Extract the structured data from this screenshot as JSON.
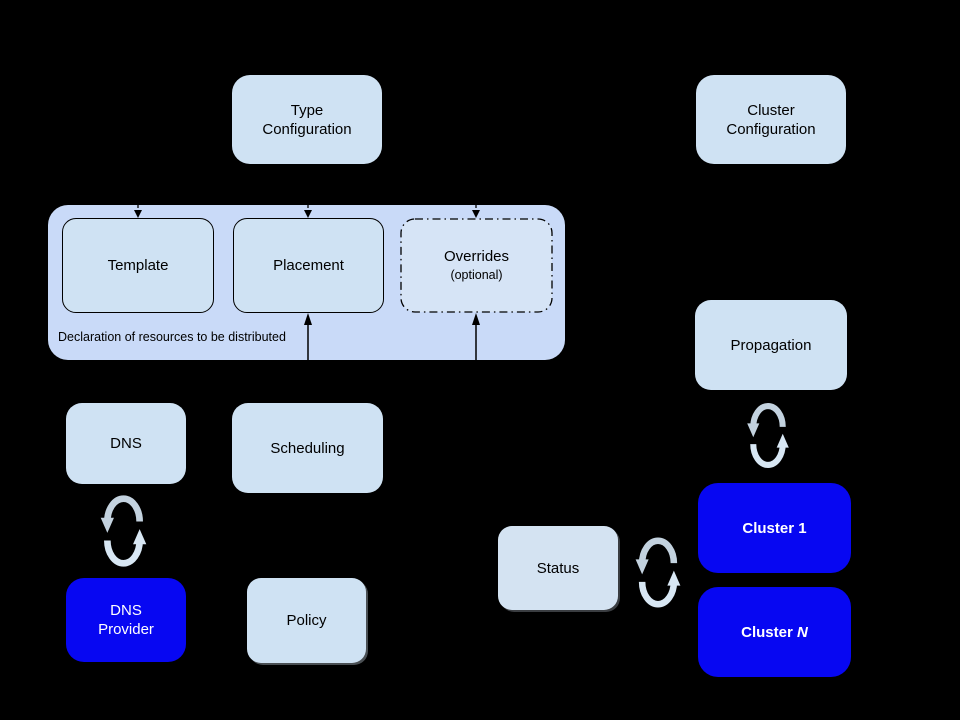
{
  "colors": {
    "background": "#000000",
    "node_fill": "#cfe2f3",
    "container_fill": "#c9daf8",
    "overrides_fill": "#d6e4f6",
    "cluster_fill": "#0707f2",
    "node_text": "#000000",
    "cluster_text": "#ffffff",
    "sync_arc_primary": "#c3d2df",
    "sync_arc_secondary": "#d8e7f4",
    "arrow_stroke": "#000000"
  },
  "nodes": {
    "type_configuration": {
      "line1": "Type",
      "line2": "Configuration"
    },
    "cluster_configuration": {
      "line1": "Cluster",
      "line2": "Configuration"
    },
    "template": {
      "label": "Template"
    },
    "placement": {
      "label": "Placement"
    },
    "overrides": {
      "label": "Overrides",
      "sublabel": "(optional)"
    },
    "dns": {
      "label": "DNS"
    },
    "scheduling": {
      "label": "Scheduling"
    },
    "propagation": {
      "label": "Propagation"
    },
    "dns_provider": {
      "line1": "DNS",
      "line2": "Provider"
    },
    "policy": {
      "label": "Policy"
    },
    "status": {
      "label": "Status"
    },
    "cluster_1": {
      "prefix": "Cluster ",
      "suffix": "1"
    },
    "cluster_n": {
      "prefix": "Cluster ",
      "suffix": "N"
    }
  },
  "container": {
    "caption": "Declaration of resources to be distributed"
  }
}
